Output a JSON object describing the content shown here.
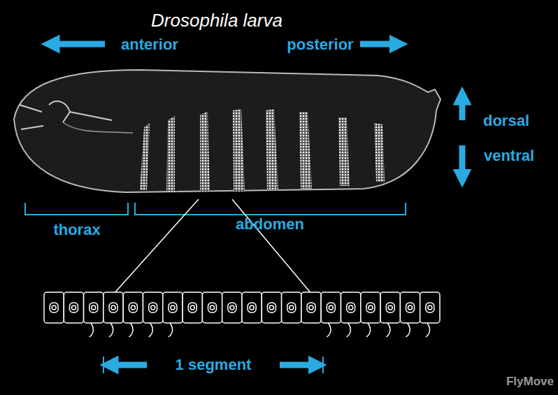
{
  "diagram": {
    "title": "Drosophila larva",
    "labels": [
      "anterior",
      "posterior",
      "dorsal",
      "ventral",
      "thorax",
      "abdomen",
      "1 segment",
      "FlyMove"
    ]
  }
}
